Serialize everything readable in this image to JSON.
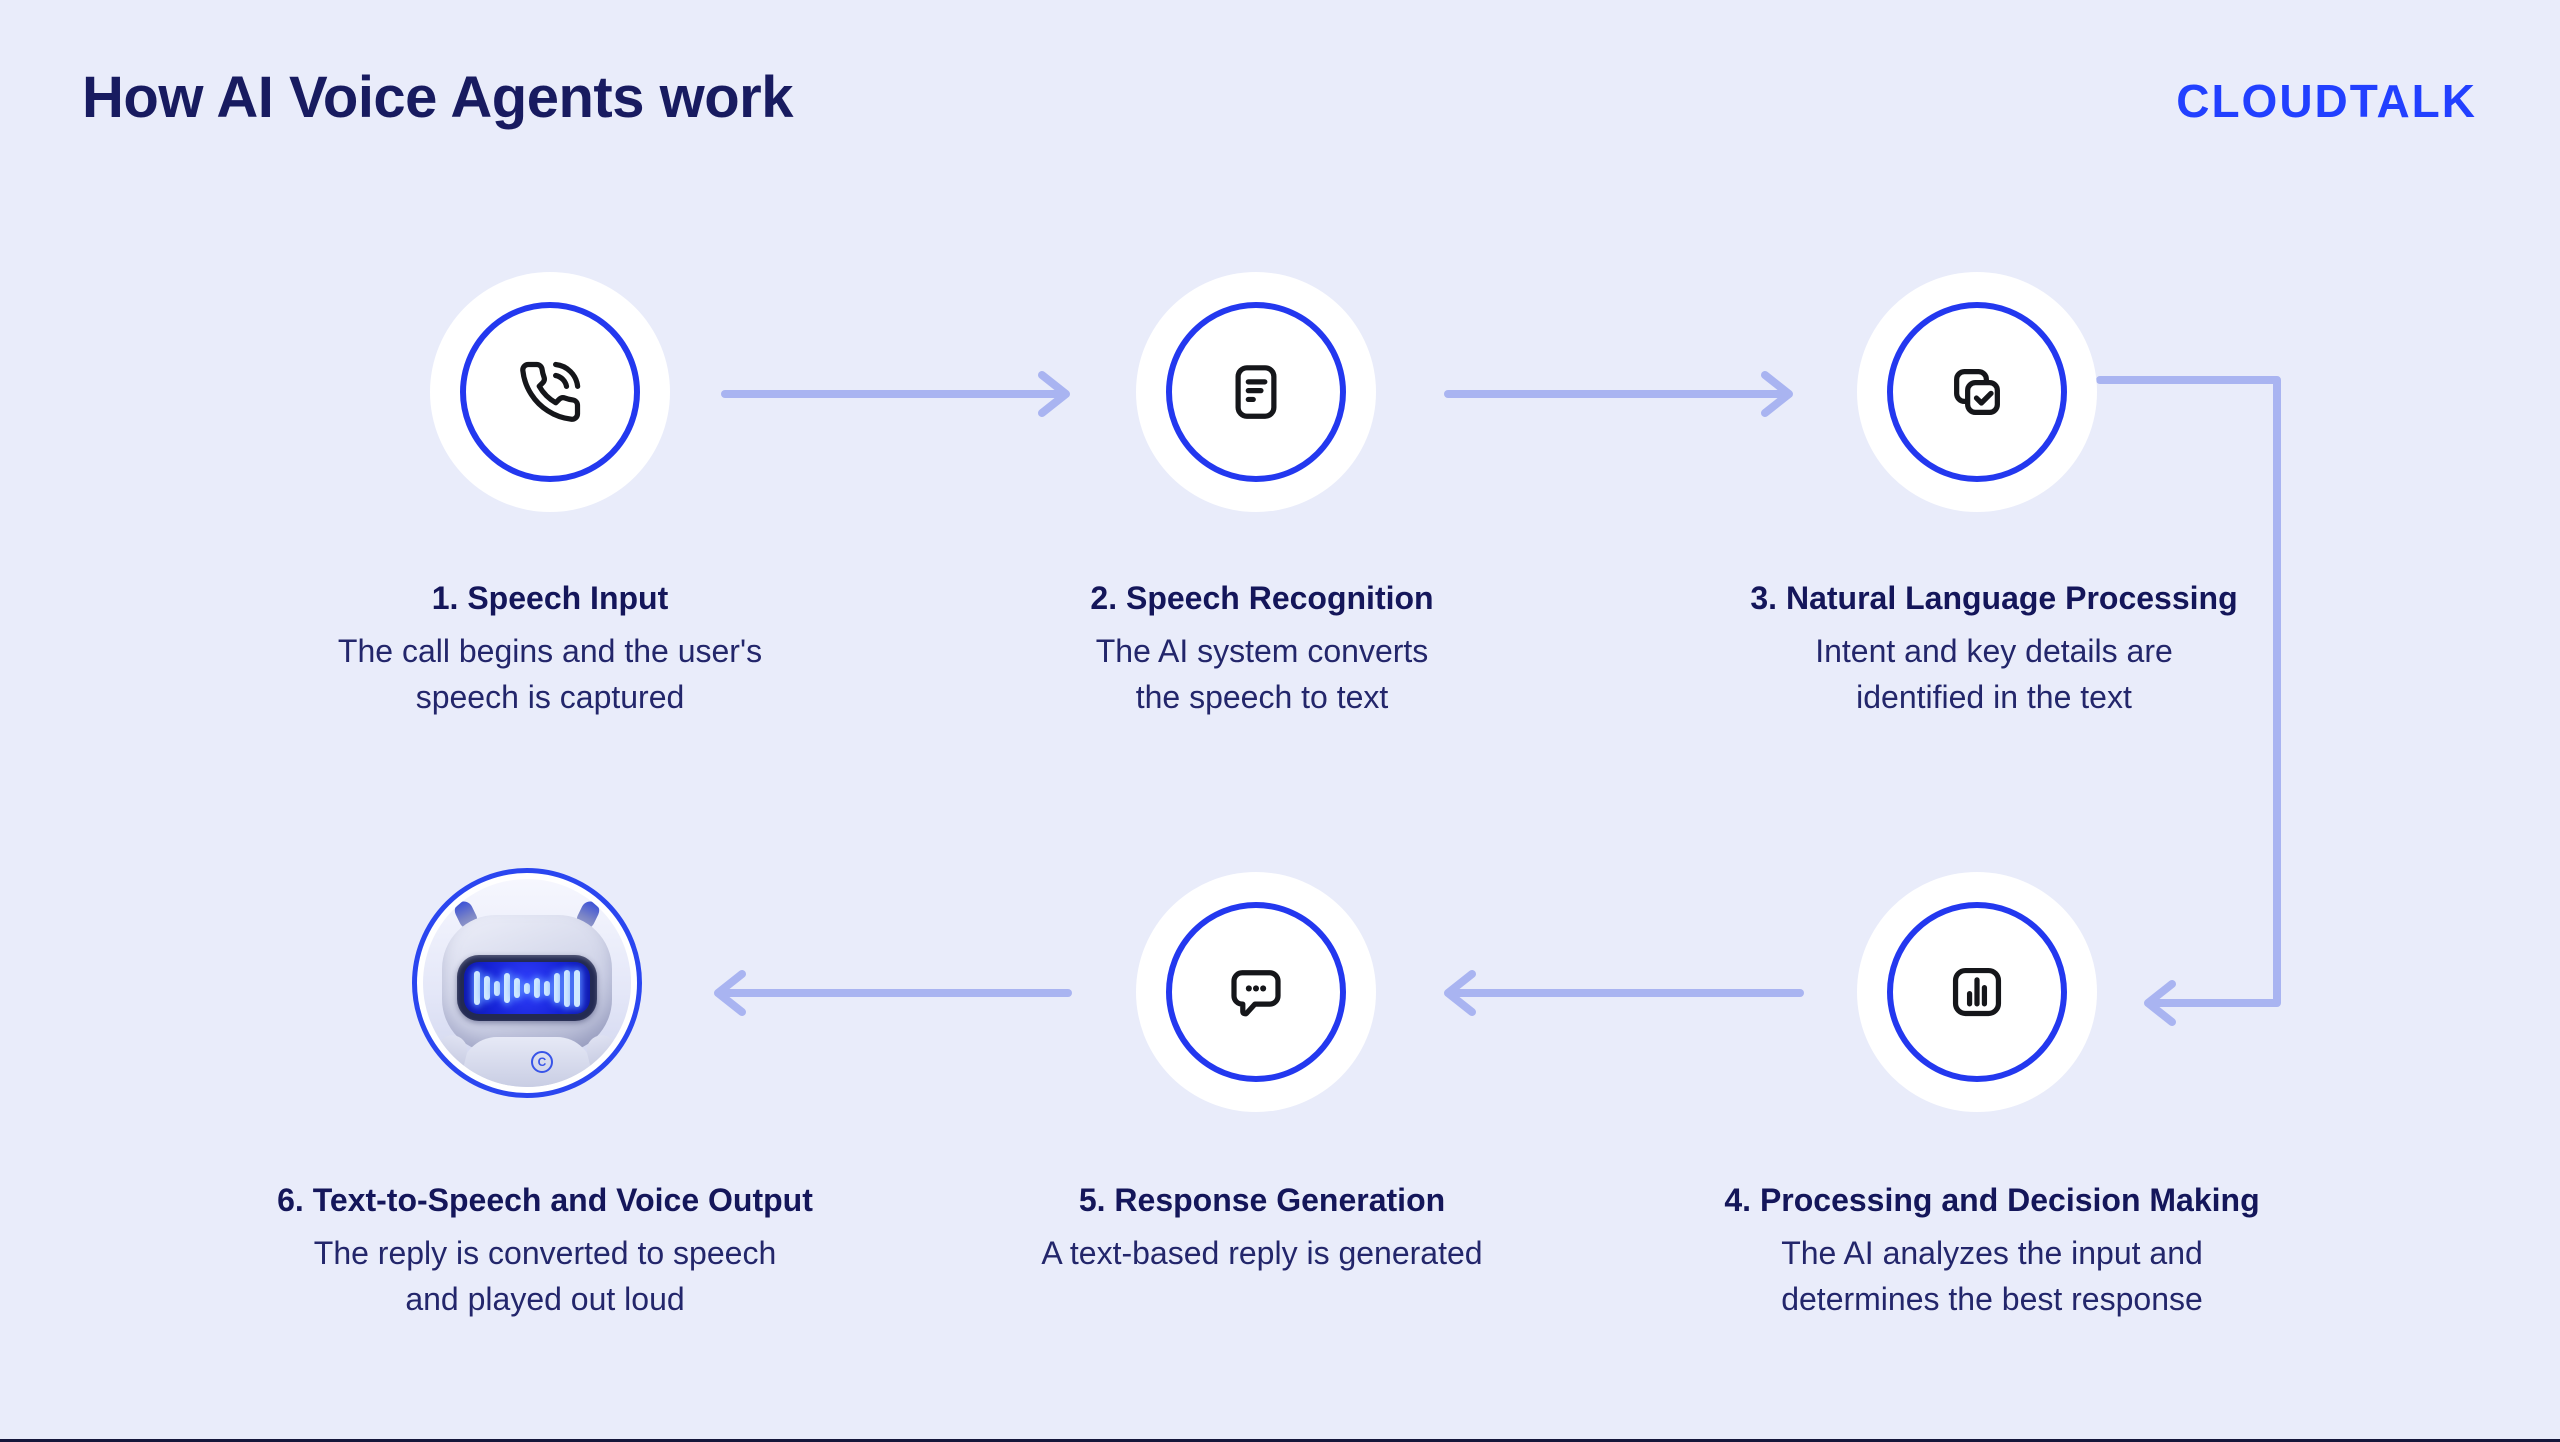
{
  "page": {
    "title": "How AI Voice Agents work",
    "brand_logo": "CLOUDTALK"
  },
  "colors": {
    "background": "#e9ecfa",
    "heading_navy": "#181b60",
    "body_navy": "#23266b",
    "brand_blue": "#2240ff",
    "ring_blue": "#2338ef",
    "icon_black": "#15161a",
    "arrow_lavender": "#a9b4f1",
    "robot_screen_blue": "#1a24dd",
    "circle_white": "#ffffff"
  },
  "steps": [
    {
      "title": "1. Speech Input",
      "desc": "The call begins and the user's\nspeech is captured",
      "icon": "phone-call-icon"
    },
    {
      "title": "2. Speech Recognition",
      "desc": "The AI system converts\nthe speech to text",
      "icon": "document-text-icon"
    },
    {
      "title": "3. Natural Language Processing",
      "desc": "Intent and key details are\nidentified in the text",
      "icon": "copy-check-icon"
    },
    {
      "title": "4. Processing and Decision Making",
      "desc": "The AI analyzes the input and\ndetermines the best response",
      "icon": "bar-chart-icon"
    },
    {
      "title": "5. Response Generation",
      "desc": "A text-based reply is generated",
      "icon": "chat-bubble-dots-icon"
    },
    {
      "title": "6. Text-to-Speech and Voice Output",
      "desc": "The reply is converted to speech\nand played out loud",
      "icon": "robot-avatar"
    }
  ],
  "robot": {
    "badge": "C"
  }
}
